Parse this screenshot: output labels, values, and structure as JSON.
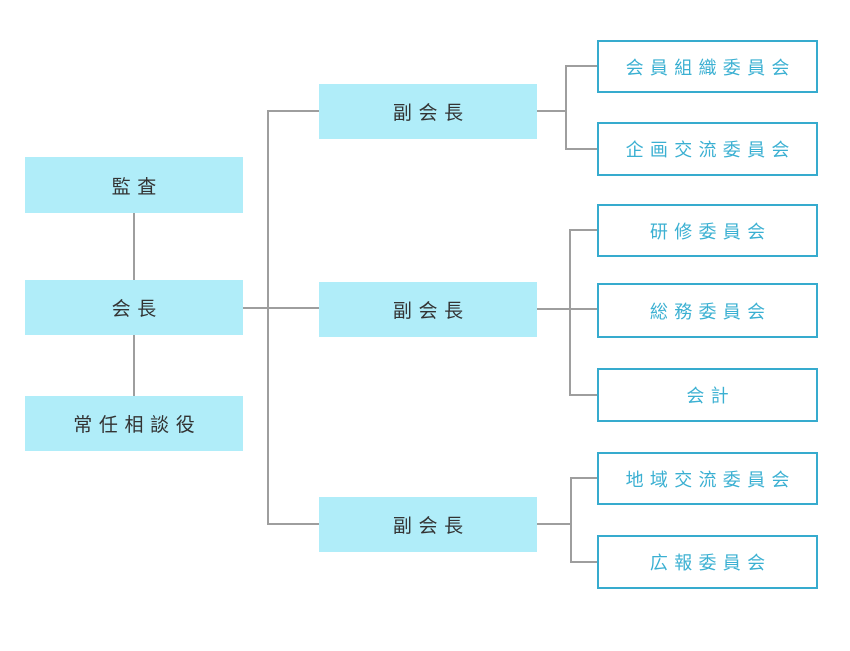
{
  "org_chart": {
    "executives": [
      {
        "label": "監査"
      },
      {
        "label": "会長"
      },
      {
        "label": "常任相談役"
      }
    ],
    "vice_chairmen": [
      {
        "label": "副会長"
      },
      {
        "label": "副会長"
      },
      {
        "label": "副会長"
      }
    ],
    "committee_groups": [
      {
        "items": [
          {
            "label": "会員組織委員会"
          },
          {
            "label": "企画交流委員会"
          }
        ]
      },
      {
        "items": [
          {
            "label": "研修委員会"
          },
          {
            "label": "総務委員会"
          },
          {
            "label": "会計"
          }
        ]
      },
      {
        "items": [
          {
            "label": "地域交流委員会"
          },
          {
            "label": "広報委員会"
          }
        ]
      }
    ],
    "colors": {
      "background": "#ffffff",
      "node_fill": "#b0edf9",
      "node_text": "#333333",
      "committee_border": "#36abce",
      "committee_text": "#3bb0d2",
      "connector": "#9e9e9e"
    }
  }
}
